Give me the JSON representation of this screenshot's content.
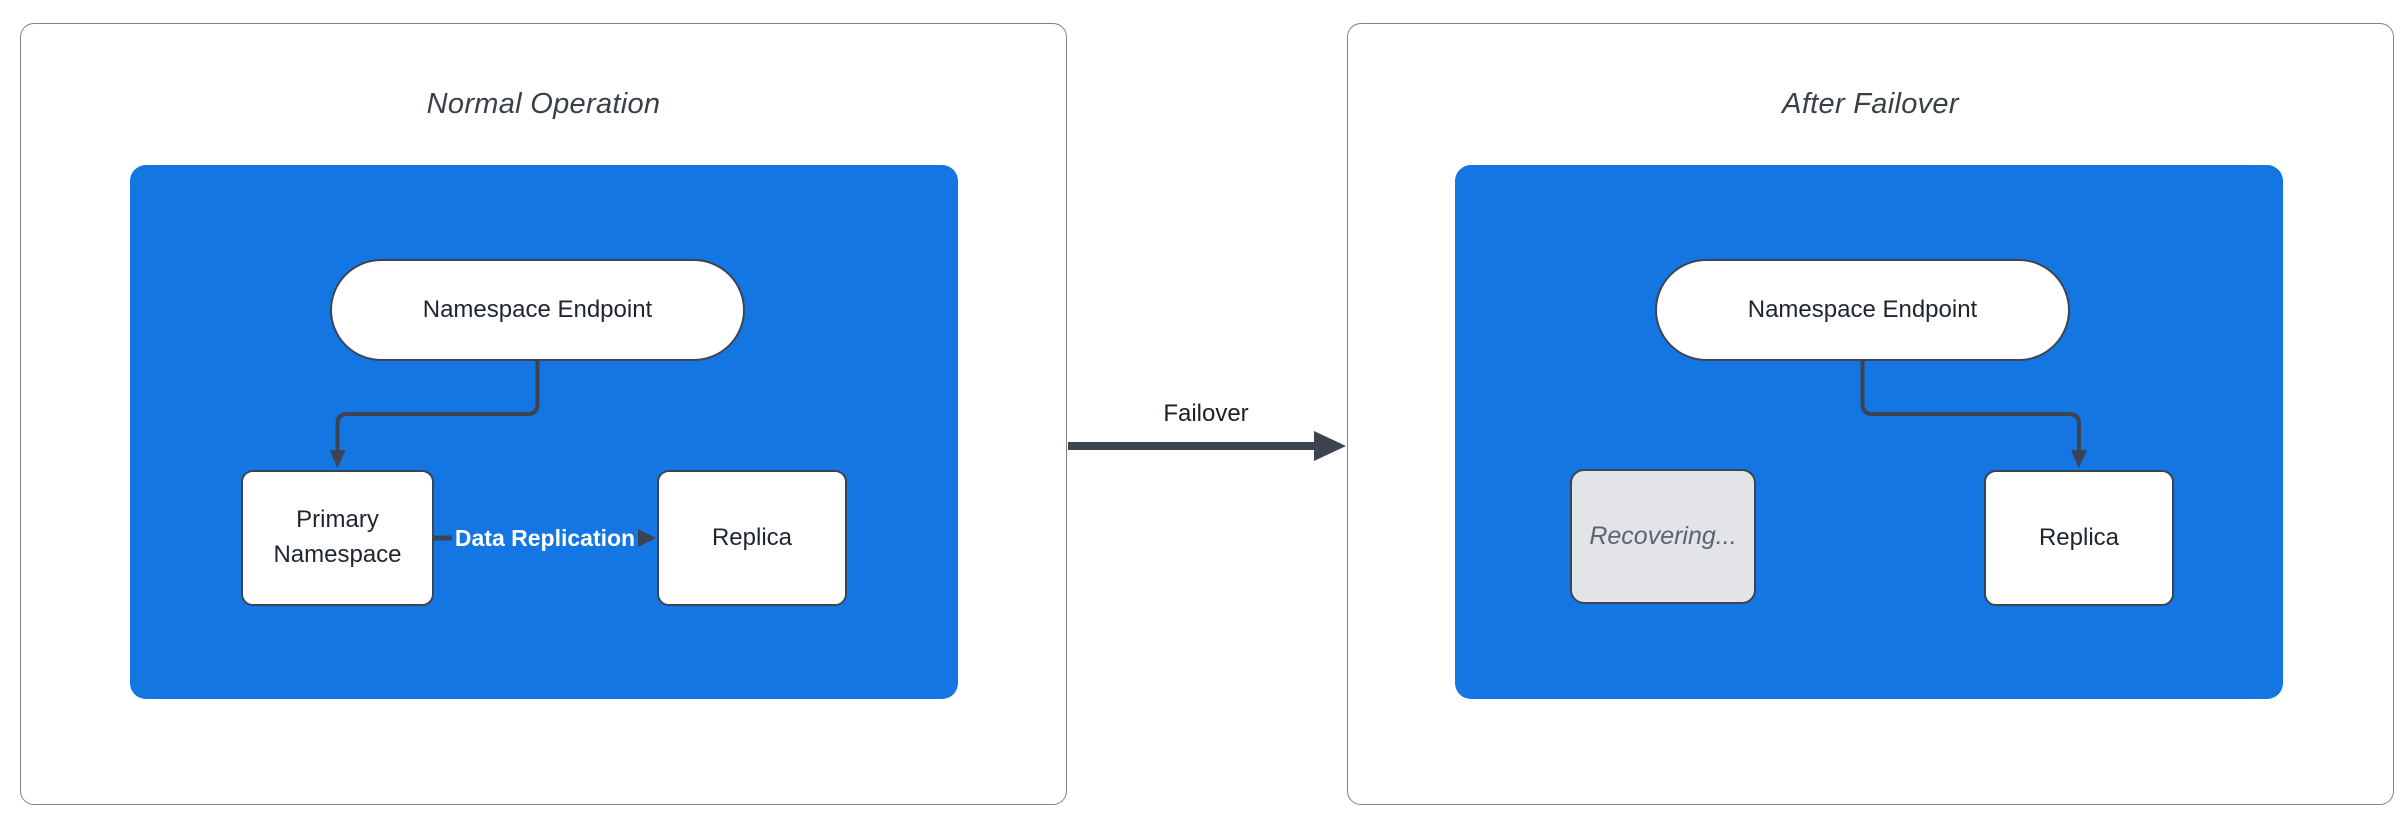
{
  "colors": {
    "accent_blue": "#1476E2",
    "connector_slate": "#3D444F",
    "panel_border_gray": "#828282",
    "node_text": "#1F2530",
    "title_text": "#3A4047",
    "recovering_fill": "#E2E4E7",
    "recovering_text": "#5B6472"
  },
  "diagram": {
    "failover_label": "Failover"
  },
  "panels": [
    {
      "title": "Normal Operation",
      "endpoint_label": "Namespace Endpoint",
      "primary_label": "Primary Namespace",
      "replica_label": "Replica",
      "replication_label": "Data Replication"
    },
    {
      "title": "After Failover",
      "endpoint_label": "Namespace Endpoint",
      "recovering_label": "Recovering...",
      "replica_label": "Replica"
    }
  ]
}
